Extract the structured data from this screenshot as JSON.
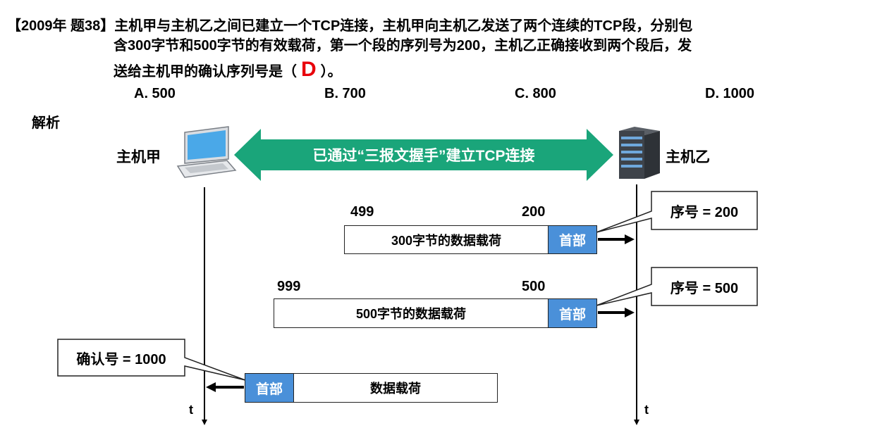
{
  "question": {
    "line1": "【2009年 题38】主机甲与主机乙之间已建立一个TCP连接，主机甲向主机乙发送了两个连续的TCP段，分别包",
    "line2": "含300字节和500字节的有效载荷，第一个段的序列号为200，主机乙正确接收到两个段后，发",
    "line3_prefix": "送给主机甲的确认序列号是（",
    "answer": "D",
    "line3_suffix": "）。",
    "options": [
      "A. 500",
      "B. 700",
      "C. 800",
      "D. 1000"
    ]
  },
  "analysis_label": "解析",
  "hosts": {
    "left": "主机甲",
    "right": "主机乙"
  },
  "connection_label": "已通过“三报文握手”建立TCP连接",
  "segments": [
    {
      "left_num": "499",
      "right_num": "200",
      "payload": "300字节的数据载荷",
      "header": "首部",
      "callout": "序号 = 200"
    },
    {
      "left_num": "999",
      "right_num": "500",
      "payload": "500字节的数据载荷",
      "header": "首部",
      "callout": "序号 = 500"
    }
  ],
  "ack": {
    "header": "首部",
    "payload": "数据载荷",
    "callout": "确认号 = 1000"
  },
  "time_label": "t",
  "colors": {
    "arrow_green": "#1aa57a",
    "header_blue": "#4a90d9",
    "answer_red": "#e8000b"
  }
}
